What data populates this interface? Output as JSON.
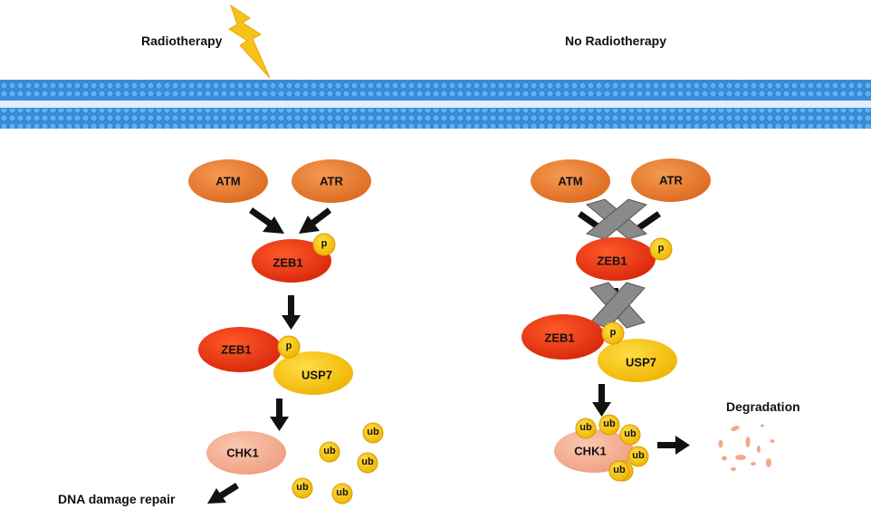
{
  "left_panel": {
    "title": "Radiotherapy",
    "atm": "ATM",
    "atr": "ATR",
    "zeb1_top": "ZEB1",
    "zeb1_top_p": "p",
    "zeb1_complex": "ZEB1",
    "zeb1_complex_p": "p",
    "usp7": "USP7",
    "chk1": "CHK1",
    "ub": [
      "ub",
      "ub",
      "ub",
      "ub",
      "ub"
    ],
    "outcome": "DNA damage repair"
  },
  "right_panel": {
    "title": "No Radiotherapy",
    "atm": "ATM",
    "atr": "ATR",
    "zeb1_top": "ZEB1",
    "zeb1_top_p": "p",
    "zeb1_complex": "ZEB1",
    "zeb1_complex_p": "p",
    "usp7": "USP7",
    "chk1": "CHK1",
    "ub": [
      "ub",
      "ub",
      "ub",
      "ub",
      "ub",
      "ub"
    ],
    "outcome": "Degradation"
  },
  "colors": {
    "membrane": "#3a8fd8",
    "membrane_dot": "#5fb1ef",
    "atm_atr": "#e97a2b",
    "zeb1": "#e8320c",
    "phospho": "#f4b400",
    "usp7": "#f3c411",
    "chk1": "#f3ab8f",
    "ubiquitin": "#f0b00a",
    "block_x": "#8a8a8a",
    "lightning": "#f6c21a"
  }
}
